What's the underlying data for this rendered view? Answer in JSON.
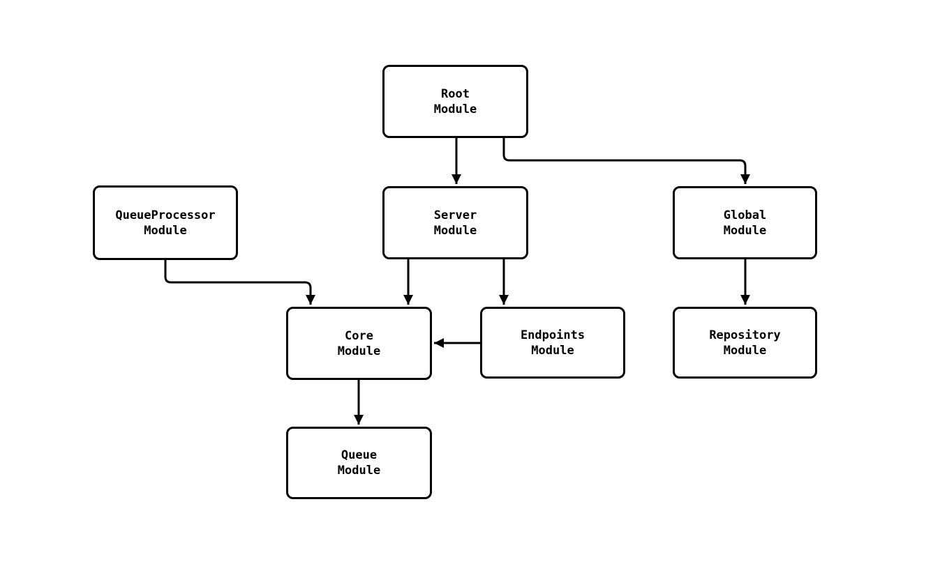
{
  "diagram": {
    "type": "flowchart",
    "background_color": "#ffffff",
    "stroke_color": "#000000",
    "node_fill_color": "#ffffff",
    "text_color": "#000000",
    "nodes": [
      {
        "id": "root",
        "line1": "Root",
        "line2": "Module"
      },
      {
        "id": "queueprocessor",
        "line1": "QueueProcessor",
        "line2": "Module"
      },
      {
        "id": "server",
        "line1": "Server",
        "line2": "Module"
      },
      {
        "id": "global",
        "line1": "Global",
        "line2": "Module"
      },
      {
        "id": "core",
        "line1": "Core",
        "line2": "Module"
      },
      {
        "id": "endpoints",
        "line1": "Endpoints",
        "line2": "Module"
      },
      {
        "id": "repository",
        "line1": "Repository",
        "line2": "Module"
      },
      {
        "id": "queue",
        "line1": "Queue",
        "line2": "Module"
      }
    ],
    "edges": [
      {
        "from": "root",
        "to": "server"
      },
      {
        "from": "root",
        "to": "global"
      },
      {
        "from": "queueprocessor",
        "to": "core"
      },
      {
        "from": "server",
        "to": "core"
      },
      {
        "from": "server",
        "to": "endpoints"
      },
      {
        "from": "endpoints",
        "to": "core"
      },
      {
        "from": "global",
        "to": "repository"
      },
      {
        "from": "core",
        "to": "queue"
      }
    ]
  }
}
